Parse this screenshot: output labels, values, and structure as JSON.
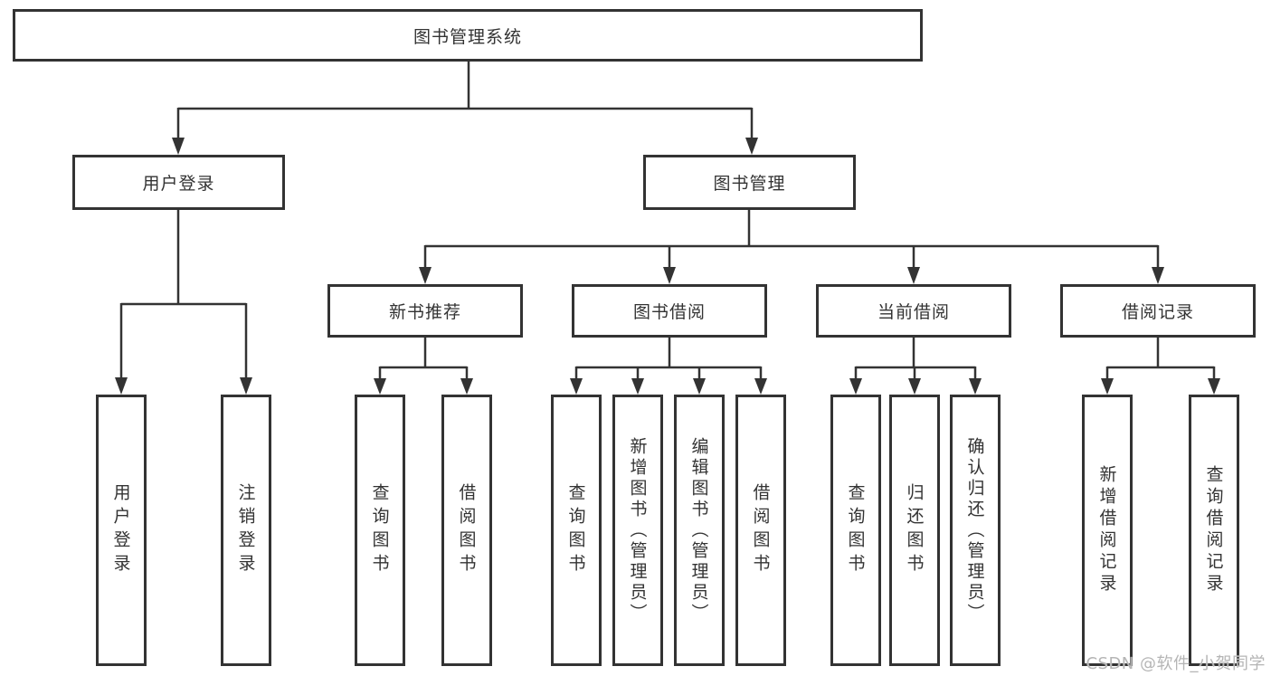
{
  "diagram": {
    "title_note": "functional structure diagram of a library management system",
    "line_color": "#333333",
    "box_border_color": "#333333",
    "background_color": "#ffffff",
    "text_color": "#333333"
  },
  "tree": {
    "root": {
      "label": "图书管理系统",
      "children": [
        {
          "label": "用户登录",
          "children": [
            {
              "label": "用户登录"
            },
            {
              "label": "注销登录"
            }
          ]
        },
        {
          "label": "图书管理",
          "children": [
            {
              "label": "新书推荐",
              "children": [
                {
                  "label": "查询图书"
                },
                {
                  "label": "借阅图书"
                }
              ]
            },
            {
              "label": "图书借阅",
              "children": [
                {
                  "label": "查询图书"
                },
                {
                  "label": "新增图书（管理员）"
                },
                {
                  "label": "编辑图书（管理员）"
                },
                {
                  "label": "借阅图书"
                }
              ]
            },
            {
              "label": "当前借阅",
              "children": [
                {
                  "label": "查询图书"
                },
                {
                  "label": "归还图书"
                },
                {
                  "label": "确认归还（管理员）"
                }
              ]
            },
            {
              "label": "借阅记录",
              "children": [
                {
                  "label": "新增借阅记录"
                },
                {
                  "label": "查询借阅记录"
                }
              ]
            }
          ]
        }
      ]
    }
  },
  "watermark": "CSDN @软件_小贺同学"
}
